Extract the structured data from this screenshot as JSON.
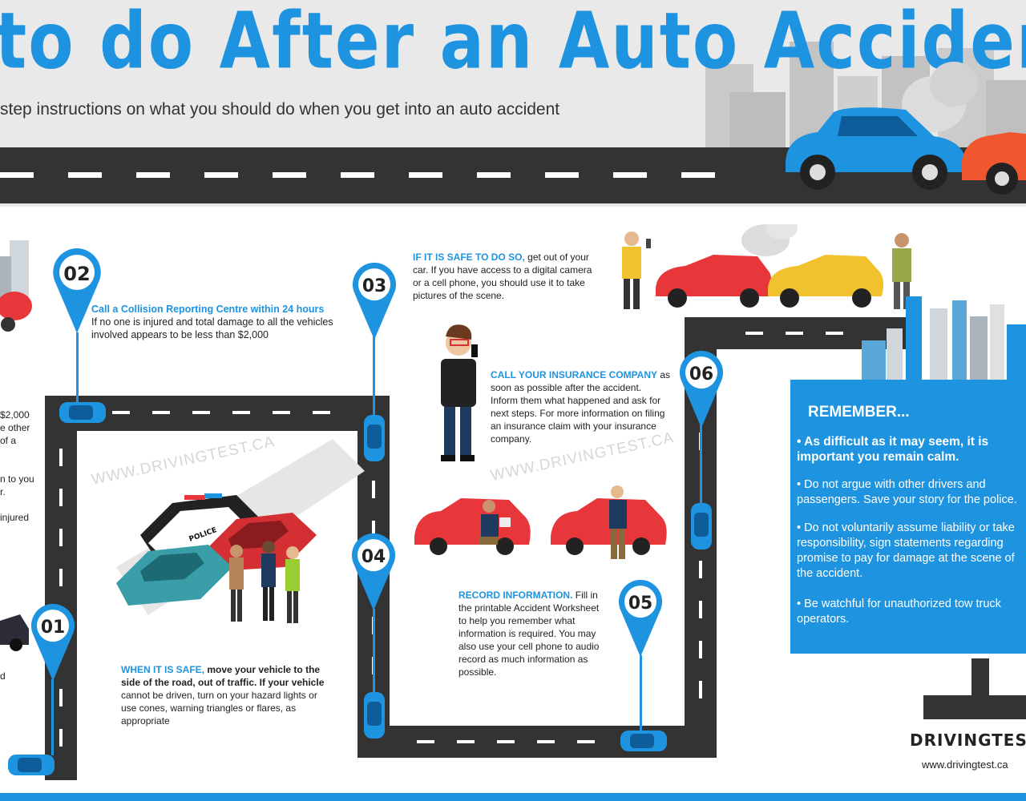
{
  "header": {
    "title": "to do After an Auto Accident",
    "subtitle": "step instructions on what you should do when you get into an auto accident"
  },
  "watermark": "WWW.DRIVINGTEST.CA",
  "steps": [
    {
      "number": "01",
      "lead": "WHEN IT IS SAFE,",
      "body_bold": "move your vehicle to the side of the road, out of traffic. If your vehicle",
      "body": "cannot be driven, turn on your hazard lights or use cones, warning triangles or flares, as appropriate"
    },
    {
      "number": "02",
      "lead": "Call a Collision Reporting Centre within 24 hours",
      "body": "If no one is injured and total damage to all the vehicles involved appears to be less than $2,000"
    },
    {
      "number": "03",
      "lead": "IF IT IS SAFE TO DO SO,",
      "body": "get out of your car. If you have access to a digital camera or a cell phone, you should use it to take pictures of the scene."
    },
    {
      "number": "04",
      "lead": "CALL YOUR INSURANCE COMPANY",
      "body": "as soon as possible after the accident. Inform them what happened and ask for next steps. For more information on filing an insurance claim with your insurance company."
    },
    {
      "number": "05",
      "lead": "RECORD INFORMATION.",
      "body": "Fill in the printable Accident Worksheet to help you remember what information is required. You may also use your cell phone to audio record as much information as possible."
    },
    {
      "number": "06"
    }
  ],
  "left_fragments": [
    "$2,000",
    "e other",
    "of a",
    "n to you",
    "r.",
    "injured",
    "d"
  ],
  "remember": {
    "heading": "REMEMBER...",
    "items": [
      "• As difficult as it may seem, it is important you remain calm.",
      "• Do not argue with other drivers and passengers. Save your story for the police.",
      "• Do not voluntarily assume liability or take responsibility, sign statements regarding promise to pay for damage at the scene of the accident.",
      "• Be watchful for unauthorized tow truck operators."
    ]
  },
  "brand": {
    "logo": "DRIVINGTEST",
    "url": "www.drivingtest.ca"
  },
  "police_label": "POLICE",
  "colors": {
    "accent": "#1e93e0",
    "road": "#333333",
    "car_red": "#e8373a",
    "car_yellow": "#f2c12e"
  }
}
